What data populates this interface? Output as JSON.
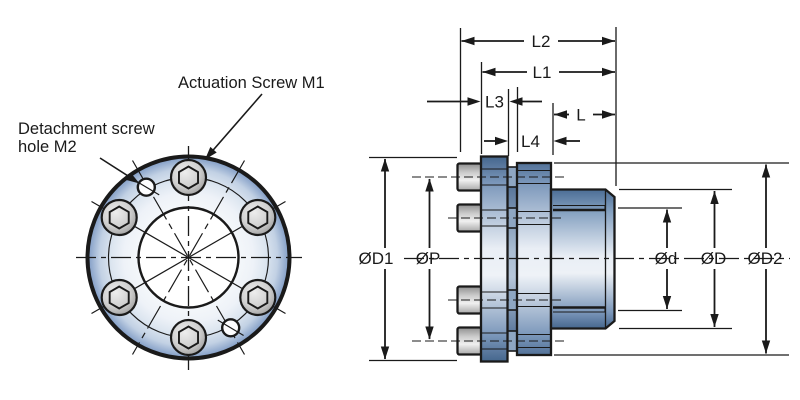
{
  "annotations": {
    "actuation_screw_label": "Actuation Screw M1",
    "detachment_label_line1": "Detachment screw",
    "detachment_label_line2": "hole M2"
  },
  "dimensions": {
    "l2": "L2",
    "l1": "L1",
    "l3": "L3",
    "l": "L",
    "l4": "L4",
    "d1": "ØD1",
    "p": "ØP",
    "d_bore": "Ød",
    "d_hub": "ØD",
    "d2": "ØD2"
  },
  "colors": {
    "outline": "#1a1a1a",
    "steel_blue_dark": "#46688f",
    "steel_blue_mid": "#7b97ba",
    "steel_blue_light": "#e9eef5",
    "face_rim_blue": "#7e9ac4",
    "screw_grey_dark": "#909090",
    "screw_grey_light": "#f0f0f0",
    "background": "#ffffff"
  }
}
